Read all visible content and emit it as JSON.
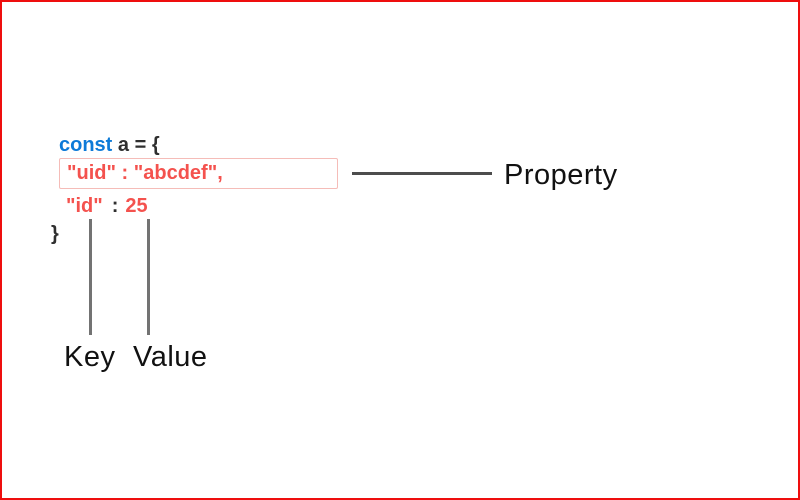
{
  "code": {
    "declaration": {
      "keyword": "const",
      "rest": " a = {"
    },
    "uid_line": {
      "key": "\"uid\"",
      "colon": ":",
      "value": "\"abcdef\","
    },
    "id_line": {
      "key": "\"id\"",
      "colon": ":",
      "value": "25"
    },
    "closing_brace": "}"
  },
  "annotations": {
    "property_label": "Property",
    "key_label": "Key",
    "value_label": "Value"
  },
  "colors": {
    "frame_red": "#ee0e0e",
    "keyword_blue": "#0d7ad8",
    "code_red": "#f4524e",
    "highlight_box_border": "#f5bcb8",
    "horizontal_line": "#4d4d4d",
    "vertical_line": "#737373",
    "code_black": "#2f2f2f",
    "label_black": "#111111"
  }
}
